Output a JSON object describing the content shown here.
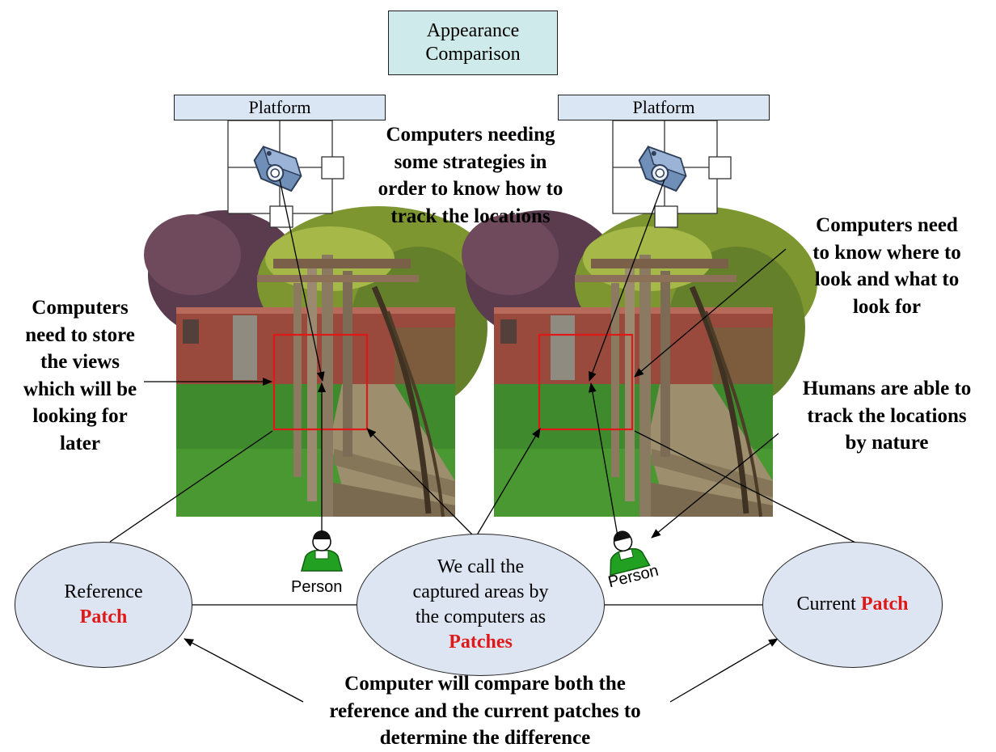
{
  "title_box": {
    "line1": "Appearance",
    "line2": "Comparison"
  },
  "platform_left": {
    "label": "Platform"
  },
  "platform_right": {
    "label": "Platform"
  },
  "notes": {
    "strategies": [
      "Computers needing",
      "some strategies in",
      "order to know how to",
      "track the locations"
    ],
    "store_views": [
      "Computers",
      "need to store",
      "the views",
      "which will be",
      "looking for",
      "later"
    ],
    "where_to_look": [
      "Computers need",
      "to know where to",
      "look and what to",
      "look for"
    ],
    "humans": [
      "Humans are able to",
      "track the locations",
      "by nature"
    ],
    "compare": [
      "Computer will compare both the",
      "reference and the current patches to",
      "determine the difference"
    ]
  },
  "reference_patch": {
    "line1": "Reference",
    "highlight": "Patch"
  },
  "patches_note": {
    "lines": [
      "We call the",
      "captured areas by",
      "the computers as"
    ],
    "highlight": "Patches"
  },
  "current_patch": {
    "text": "Current ",
    "highlight": "Patch"
  },
  "person_left": {
    "label": "Person"
  },
  "person_right": {
    "label": "Person"
  },
  "colors": {
    "highlight": "#e01818",
    "patch_box": "#e01818",
    "person": "#22a022",
    "title_box": "#cfeaea",
    "node": "#dde5f2"
  }
}
